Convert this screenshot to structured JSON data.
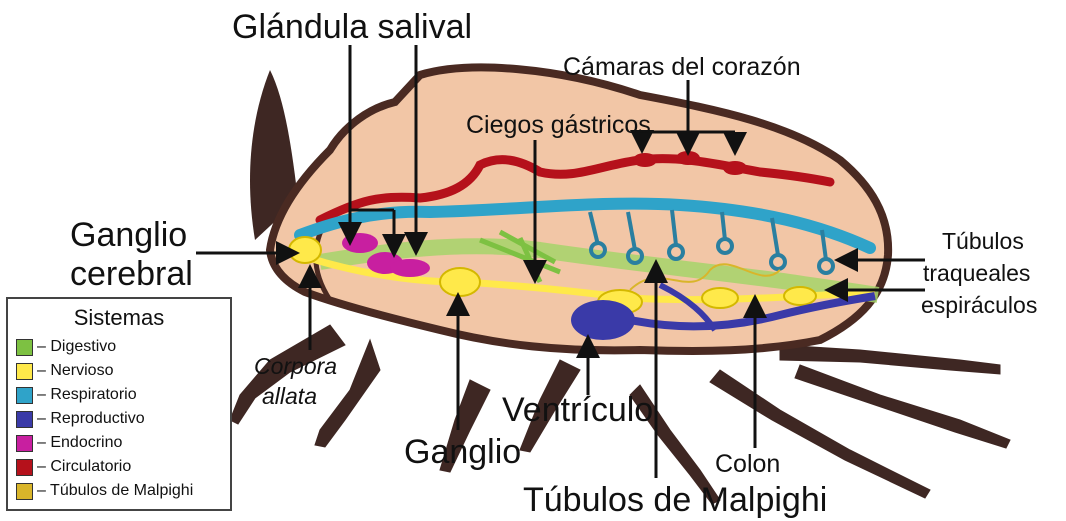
{
  "labels": {
    "glandula_salival": "Glándula salival",
    "camaras_corazon": "Cámaras del corazón",
    "ciegos_gastricos": "Ciegos gástricos",
    "ganglio_cerebral_1": "Ganglio",
    "ganglio_cerebral_2": "cerebral",
    "tubulos_traq_1": "Túbulos",
    "tubulos_traq_2": "traqueales",
    "tubulos_traq_3": "espiráculos",
    "corpora_1": "Corpora",
    "corpora_2": "allata",
    "ventriculo": "Ventrículo",
    "ganglio": "Ganglio",
    "colon": "Colon",
    "tubulos_malpighi": "Túbulos de Malpighi"
  },
  "legend": {
    "title": "Sistemas",
    "items": [
      {
        "label": "– Digestivo",
        "color": "#7dc142"
      },
      {
        "label": "– Nervioso",
        "color": "#ffe94a"
      },
      {
        "label": "– Respiratorio",
        "color": "#2fa3c9"
      },
      {
        "label": "– Reproductivo",
        "color": "#3a3aa8"
      },
      {
        "label": "– Endocrino",
        "color": "#c81fa0"
      },
      {
        "label": "– Circulatorio",
        "color": "#b5111b"
      },
      {
        "label": "– Túbulos de Malpighi",
        "color": "#d9b52a"
      }
    ]
  },
  "colors": {
    "body": "#f2c6a6",
    "outline": "#4a2a22",
    "digestive": "#a6d46a",
    "nervous": "#ffe94a",
    "respiratory": "#2fa3c9",
    "reproductive": "#3a3aa8",
    "endocrine": "#c81fa0",
    "circulatory": "#b5111b",
    "malpighi": "#d9b52a"
  }
}
